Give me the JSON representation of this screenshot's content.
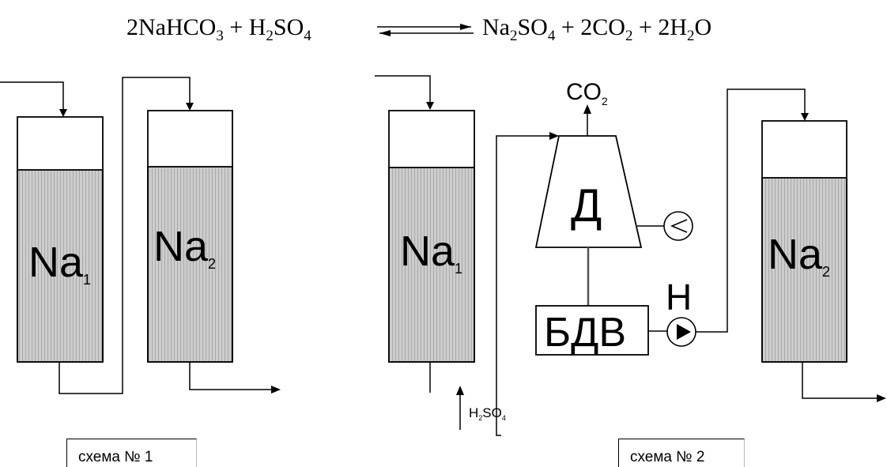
{
  "equation": {
    "left_t1": "2NaHCO",
    "left_s1": "3",
    "left_t2": " + H",
    "left_s2": "2",
    "left_t3": "SO",
    "left_s3": "4",
    "right_t1": "Na",
    "right_s1": "2",
    "right_t2": "SO",
    "right_s2": "4",
    "right_t3": " + 2CO",
    "right_s3": "2",
    "right_t4": " + 2H",
    "right_s4": "2",
    "right_t5": "O"
  },
  "scheme1": {
    "col1_label": "Na",
    "col1_sub": "1",
    "col2_label": "Na",
    "col2_sub": "2",
    "caption": "схема № 1"
  },
  "scheme2": {
    "col1_label": "Na",
    "col1_sub": "1",
    "col2_label": "Na",
    "col2_sub": "2",
    "decarbonizer_label": "Д",
    "tank_label": "БДВ",
    "pump_label": "Н",
    "co2_label": "CO",
    "co2_sub": "2",
    "acid_t1": "H",
    "acid_s1": "2",
    "acid_t2": "SO",
    "acid_s2": "4",
    "caption": "схема № 2"
  },
  "colors": {
    "resin_fill": "#c6c6c6",
    "line": "#000000"
  }
}
